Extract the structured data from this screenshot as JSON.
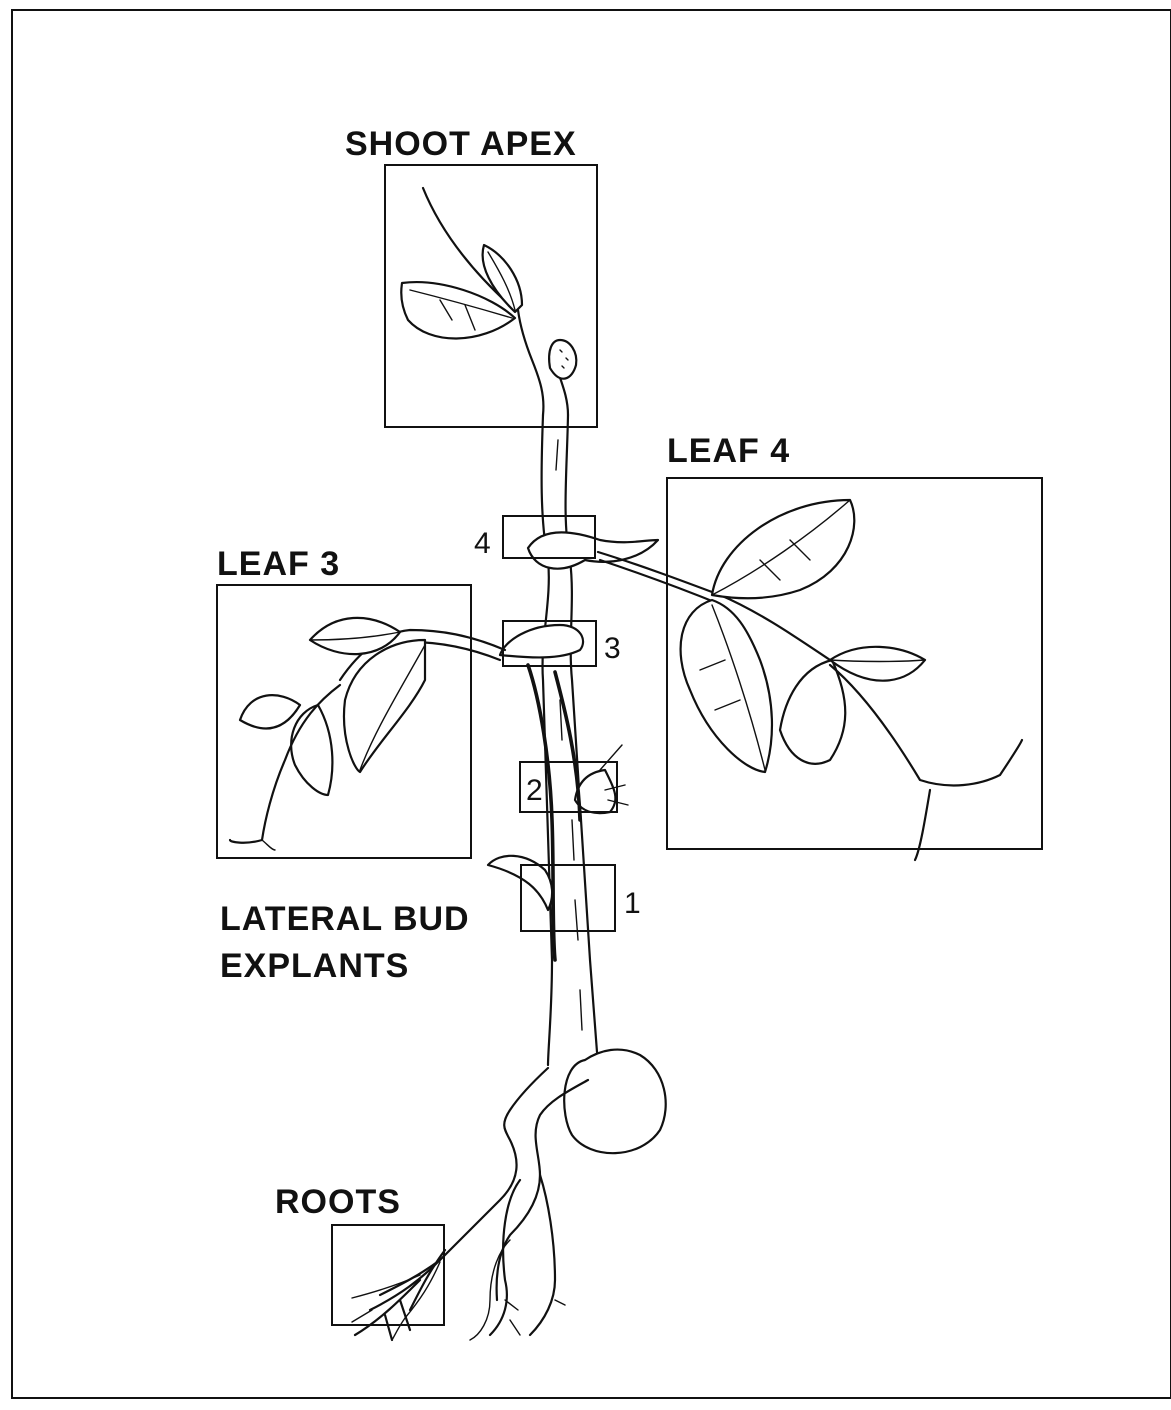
{
  "labels": {
    "shoot_apex": "SHOOT APEX",
    "leaf4": "LEAF 4",
    "leaf3": "LEAF 3",
    "lateral_bud_line1": "LATERAL BUD",
    "lateral_bud_line2": "EXPLANTS",
    "roots": "ROOTS"
  },
  "explant_numbers": {
    "n1": "1",
    "n2": "2",
    "n3": "3",
    "n4": "4"
  }
}
